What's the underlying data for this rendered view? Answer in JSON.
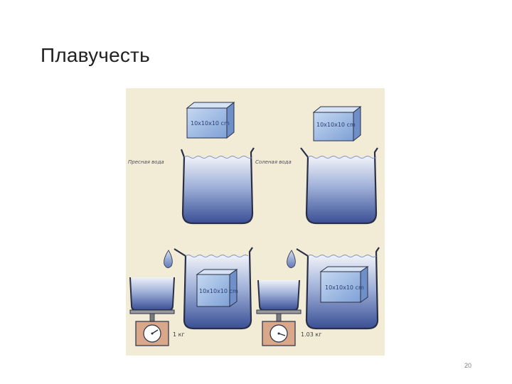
{
  "slide": {
    "title": "Плавучесть",
    "page_number": "20"
  },
  "figure": {
    "top_left": {
      "cube_label": "10x10x10 cm",
      "water_label": "Пресная вода"
    },
    "top_right": {
      "cube_label": "10x10x10 cm",
      "water_label": "Соленая вода"
    },
    "bottom_left": {
      "cube_label": "10x10x10 cm",
      "scale_reading": "1 кг"
    },
    "bottom_right": {
      "cube_label": "10x10x10 cm",
      "scale_reading": "1.03 кг"
    }
  },
  "colors": {
    "background": "#ffffff",
    "figure_background": "#f2ecd7",
    "water_top": "#eef1f8",
    "water_bottom": "#3a4f96",
    "beaker_outline": "#2a2f45",
    "cube": "#8fb0e0"
  }
}
